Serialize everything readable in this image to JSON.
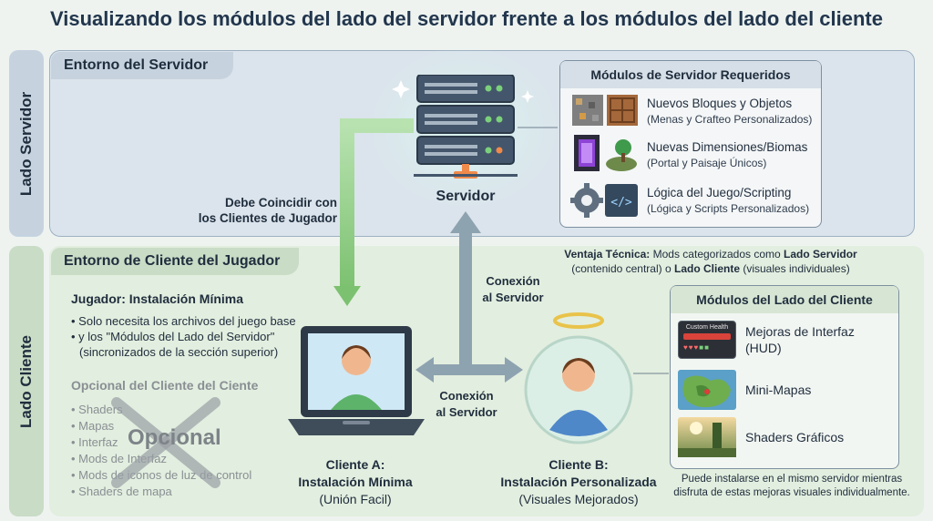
{
  "title": "Visualizando los módulos del lado del servidor frente a los módulos del lado del cliente",
  "side_labels": {
    "server": "Lado Servidor",
    "client": "Lado Cliente"
  },
  "server_env": {
    "label": "Entorno del Servidor",
    "server_label": "Servidor",
    "must_match": [
      "Debe Coincidir con",
      "los Clientes de Jugador"
    ]
  },
  "server_modules": {
    "title": "Módulos de Servidor Requeridos",
    "items": [
      {
        "icon": "blocks-icon",
        "name": "Nuevos Bloques y Objetos",
        "sub": "(Menas y Crafteo Personalizados)"
      },
      {
        "icon": "portal-icon",
        "name": "Nuevas Dimensiones/Biomas",
        "sub": "(Portal y Paisaje Únicos)"
      },
      {
        "icon": "code-gear-icon",
        "name": "Lógica del Juego/Scripting",
        "sub": "(Lógica y Scripts Personalizados)"
      }
    ]
  },
  "client_env": {
    "label": "Entorno de Cliente del Jugador",
    "player_title": "Jugador: Instalación Mínima",
    "player_notes": [
      "• Solo necesita los archivos del juego base",
      "• y los \"Módulos del Lado del Servidor\"",
      "(sincronizados de la sección superior)"
    ],
    "optional_title": "Opcional del Cliente del Ciente",
    "optional_items": [
      "• Shaders",
      "• Mapas",
      "• Interfaz",
      "• Mods de Interfaz",
      "• Mods de iconos de luz de control",
      "• Shaders de mapa"
    ],
    "optional_stamp": "Opcional"
  },
  "connections": {
    "top": [
      "Conexión",
      "al Servidor"
    ],
    "bottom": [
      "Conexión",
      "al Servidor"
    ]
  },
  "advantage": {
    "lead": "Ventaja Técnica:",
    "text1": " Mods categorizados como ",
    "server": "Lado Servidor",
    "text2": "(contenido central) o ",
    "client": "Lado Cliente",
    "text3": " (visuales individuales)"
  },
  "client_a": {
    "title": "Cliente A:",
    "subtitle": "Instalación Mínima",
    "note": "(Unión Facil)"
  },
  "client_b": {
    "title": "Cliente B:",
    "subtitle": "Instalación Personalizada",
    "note": "(Visuales Mejorados)"
  },
  "client_modules": {
    "title": "Módulos del Lado del Cliente",
    "items": [
      {
        "icon": "hud-icon",
        "name": "Mejoras de Interfaz",
        "name2": "(HUD)",
        "hud_label": "Custom Health"
      },
      {
        "icon": "minimap-icon",
        "name": "Mini-Mapas"
      },
      {
        "icon": "shader-icon",
        "name": "Shaders Gráficos"
      }
    ]
  },
  "client_note": [
    "Puede instalarse en el mismo servidor mientras",
    "disfruta de estas mejoras visuales individualmente."
  ],
  "colors": {
    "server_panel": "#dbe4ec",
    "client_panel": "#e2eedf",
    "sync_arrow": "#8fce84",
    "connection_arrow": "#8ea3b0",
    "title": "#22364d"
  }
}
